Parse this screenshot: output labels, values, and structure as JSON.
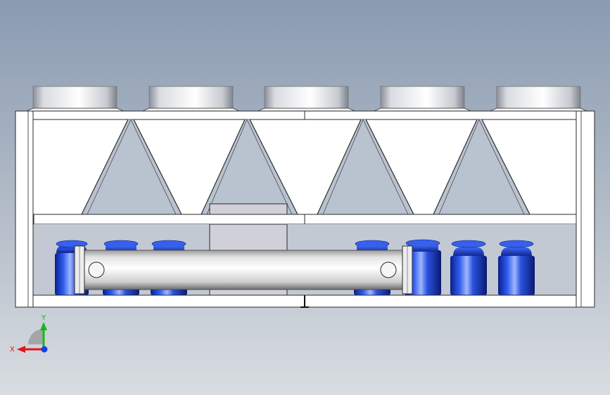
{
  "view": {
    "background_top": "#8a9bb2",
    "background_bottom": "#d9dde2",
    "frame_fill": "#ffffff",
    "frame_stroke": "#2a2a2a",
    "panel_fill": "#cfd0da",
    "compressor_color": "#1e3fbf",
    "pipe_color": "#e8e8e8"
  },
  "model": {
    "fan_count": 5,
    "compressor_count_left": 3,
    "compressor_count_right": 4,
    "compressor_hidden_right": 1
  },
  "triad": {
    "x_label": "X",
    "y_label": "Y",
    "x_color": "#e01818",
    "y_color": "#18b818",
    "z_color": "#1840e0",
    "icon": "coordinate-triad-icon"
  }
}
